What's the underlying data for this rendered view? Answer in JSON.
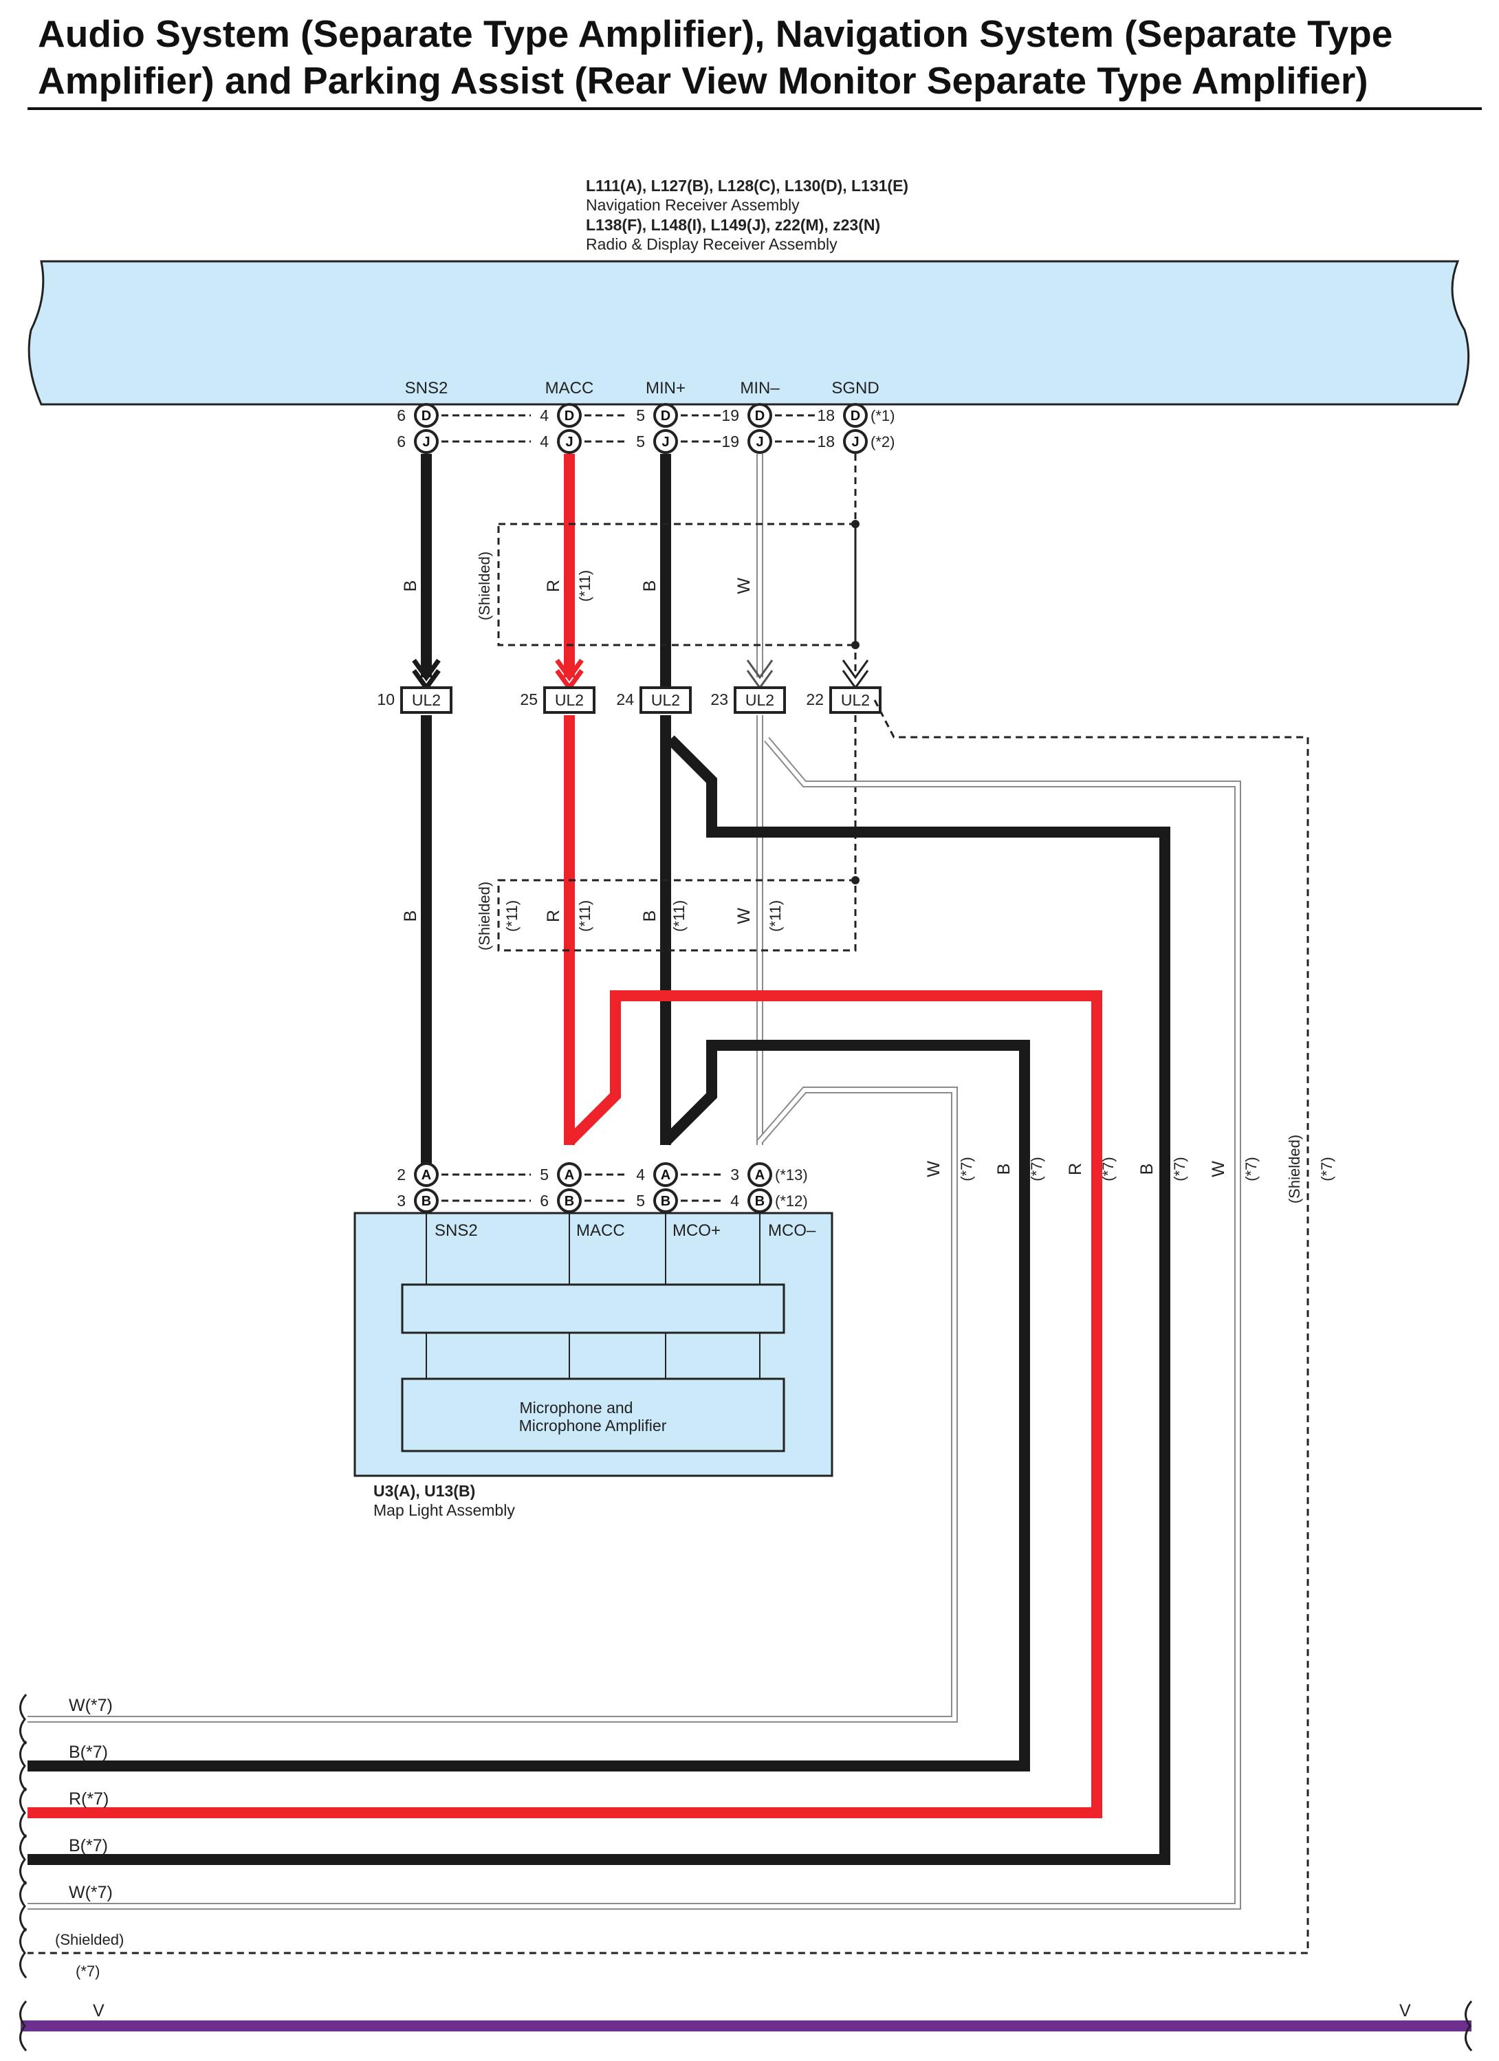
{
  "title": {
    "line1": "Audio System (Separate Type Amplifier), Navigation System (Separate Type",
    "line2": "Amplifier) and Parking Assist (Rear View Monitor Separate Type Amplifier)"
  },
  "receiver": {
    "codes1": "L111(A), L127(B), L128(C), L130(D), L131(E)",
    "desc1": "Navigation Receiver Assembly",
    "codes2": "L138(F), L148(I), L149(J), z22(M), z23(N)",
    "desc2": "Radio & Display Receiver Assembly",
    "terminals": [
      "SNS2",
      "MACC",
      "MIN+",
      "MIN–",
      "SGND"
    ],
    "pins_row1": [
      "6",
      "4",
      "5",
      "19",
      "18"
    ],
    "pins_row2": [
      "6",
      "4",
      "5",
      "19",
      "18"
    ],
    "conn_row1": "D",
    "conn_row2": "J",
    "note_row1": "(*1)",
    "note_row2": "(*2)"
  },
  "wire_colors_upper": {
    "sns2": "B",
    "macc": "R",
    "minp": "B",
    "minm": "W",
    "macc_note": "(*11)",
    "shield": "(Shielded)"
  },
  "junction": {
    "name": "UL2",
    "pins": [
      "10",
      "25",
      "24",
      "23",
      "22"
    ]
  },
  "wire_colors_middle": {
    "sns2": "B",
    "macc": "R",
    "minp": "B",
    "minm": "W",
    "note": "(*11)",
    "shield": "(Shielded)"
  },
  "maplight": {
    "codes": "U3(A), U13(B)",
    "desc": "Map Light Assembly",
    "terminals": [
      "SNS2",
      "MACC",
      "MCO+",
      "MCO–"
    ],
    "pins_row1": [
      "2",
      "5",
      "4",
      "3"
    ],
    "pins_row2": [
      "3",
      "6",
      "5",
      "4"
    ],
    "conn_row1": "A",
    "conn_row2": "B",
    "note_row1": "(*13)",
    "note_row2": "(*12)",
    "inner_label_line1": "Microphone and",
    "inner_label_line2": "Microphone Amplifier"
  },
  "right_wires": [
    "W",
    "B",
    "R",
    "B",
    "W",
    "(Shielded)"
  ],
  "right_note": "(*7)",
  "bottom_wires": [
    {
      "label": "W(*7)",
      "color": "#bbbbbb"
    },
    {
      "label": "B(*7)",
      "color": "#1a1a1a"
    },
    {
      "label": "R(*7)",
      "color": "#ee2229"
    },
    {
      "label": "B(*7)",
      "color": "#1a1a1a"
    },
    {
      "label": "W(*7)",
      "color": "#bbbbbb"
    },
    {
      "label": "(Shielded)",
      "color": "#222222"
    }
  ],
  "bottom_shield_note": "(*7)",
  "bus": {
    "label_left": "V",
    "label_right": "V",
    "color": "#6d2f8e"
  },
  "colors": {
    "component_fill": "#cbe9f8",
    "black_wire": "#1a1a1a",
    "red_wire": "#ee2229",
    "white_wire_outline": "#8a8a8a",
    "violet": "#6d2f8e"
  }
}
